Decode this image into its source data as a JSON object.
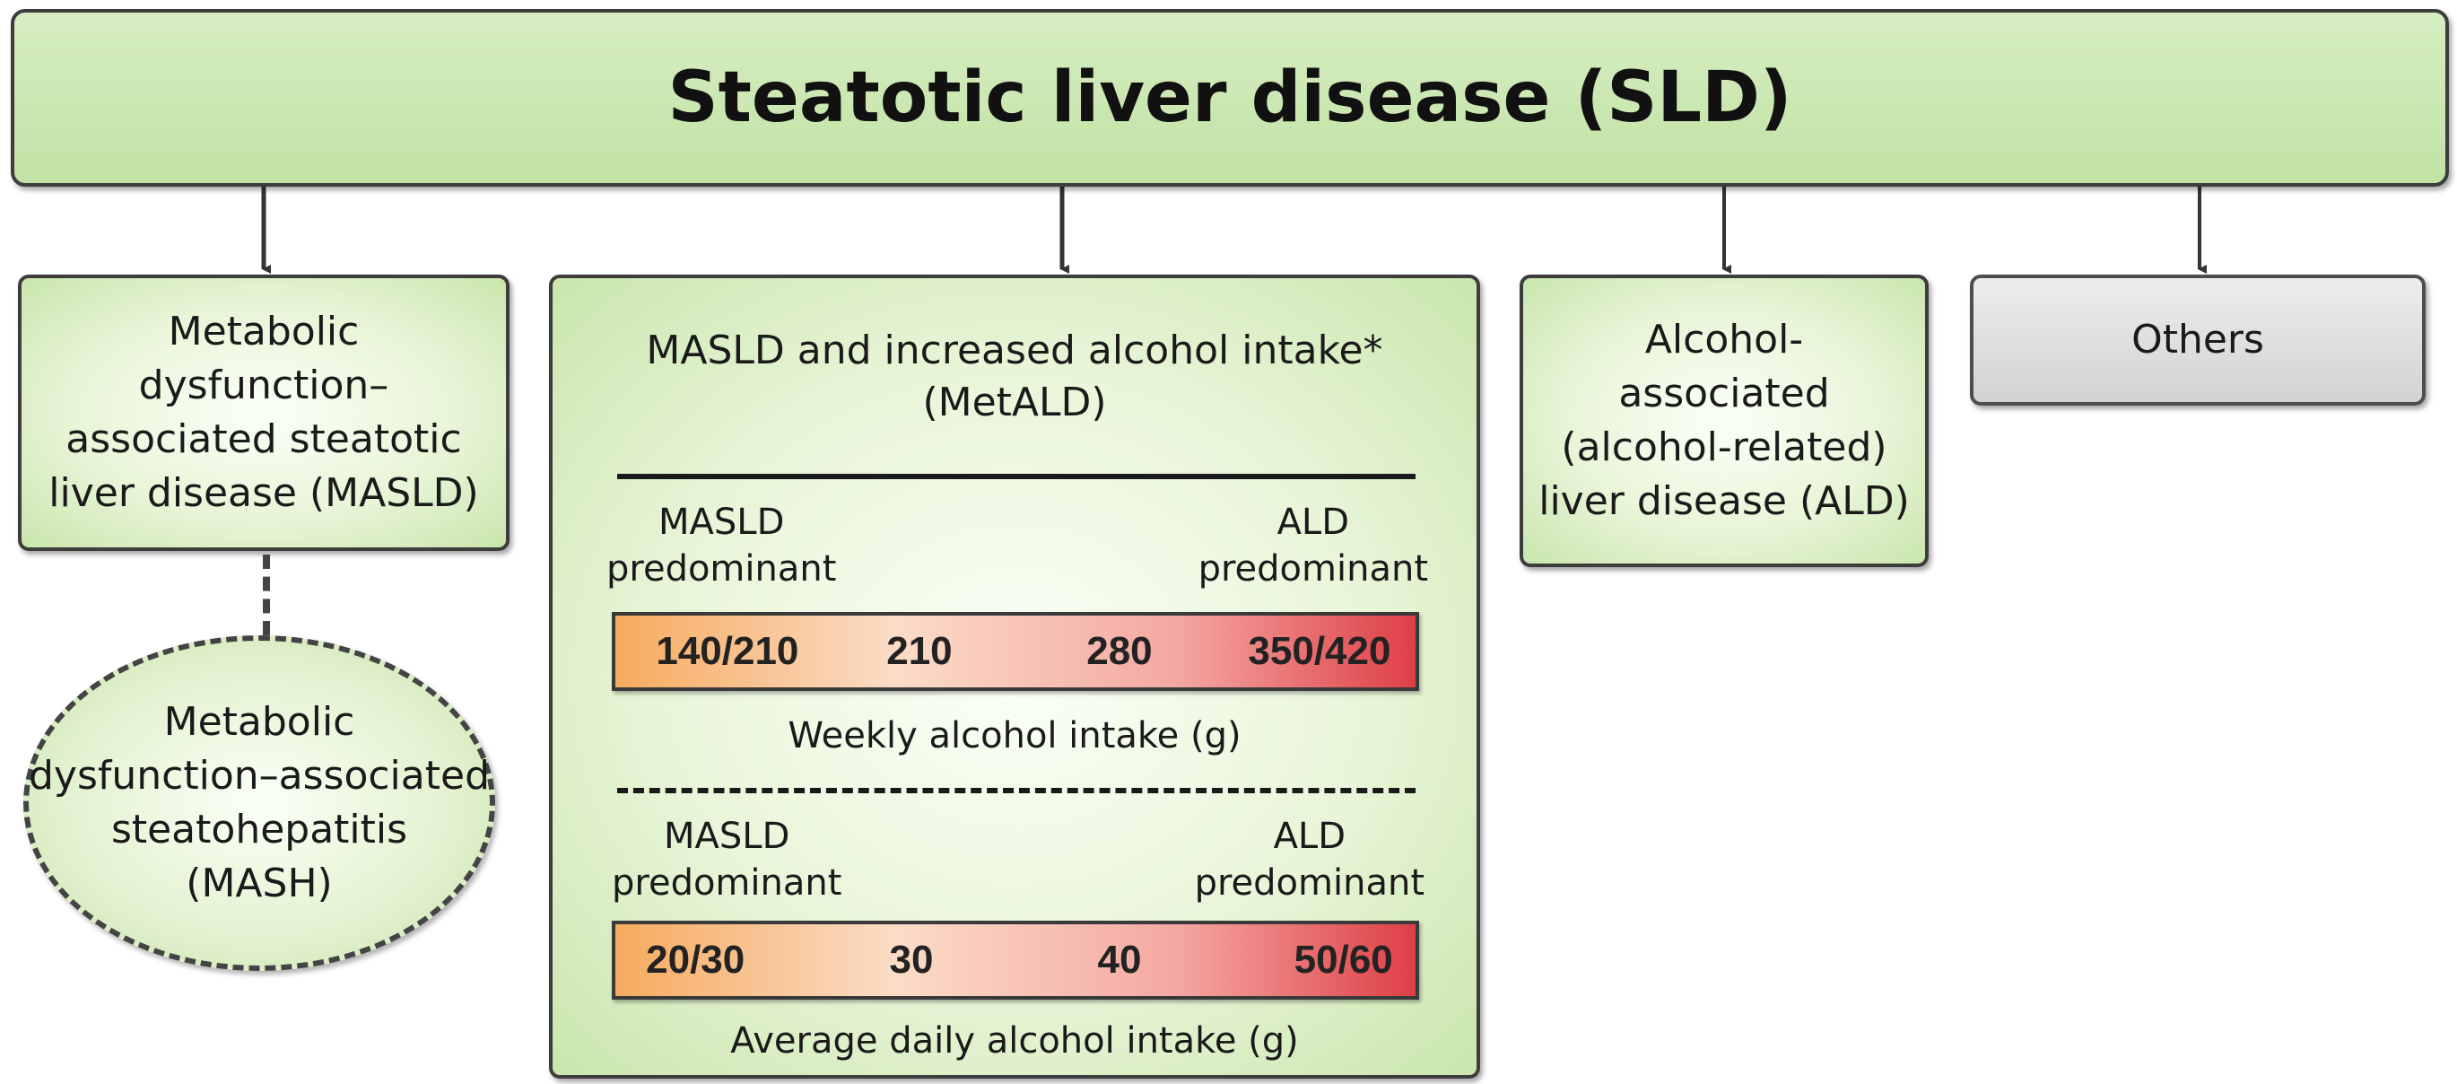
{
  "header": {
    "title": "Steatotic liver disease (SLD)"
  },
  "masld": {
    "label": "Metabolic\ndysfunction–\nassociated steatotic\nliver disease (MASLD)"
  },
  "mash": {
    "label": "Metabolic\ndysfunction–associated\nsteatohepatitis\n(MASH)"
  },
  "metald": {
    "title": "MASLD and increased alcohol intake*\n(MetALD)",
    "weekly": {
      "left_label": "MASLD\npredominant",
      "right_label": "ALD\npredominant",
      "ticks": [
        "140/210",
        "210",
        "280",
        "350/420"
      ],
      "axis_label": "Weekly alcohol intake (g)"
    },
    "daily": {
      "left_label": "MASLD\npredominant",
      "right_label": "ALD\npredominant",
      "ticks": [
        "20/30",
        "30",
        "40",
        "50/60"
      ],
      "axis_label": "Average daily alcohol intake (g)"
    }
  },
  "ald": {
    "label": "Alcohol-\nassociated\n(alcohol-related)\nliver disease (ALD)"
  },
  "others": {
    "label": "Others"
  },
  "colors": {
    "box_fill": "#d9efc6",
    "others_fill": "#dcdcdc",
    "gradient_start": "#f6ab5e",
    "gradient_end": "#de3f46"
  }
}
